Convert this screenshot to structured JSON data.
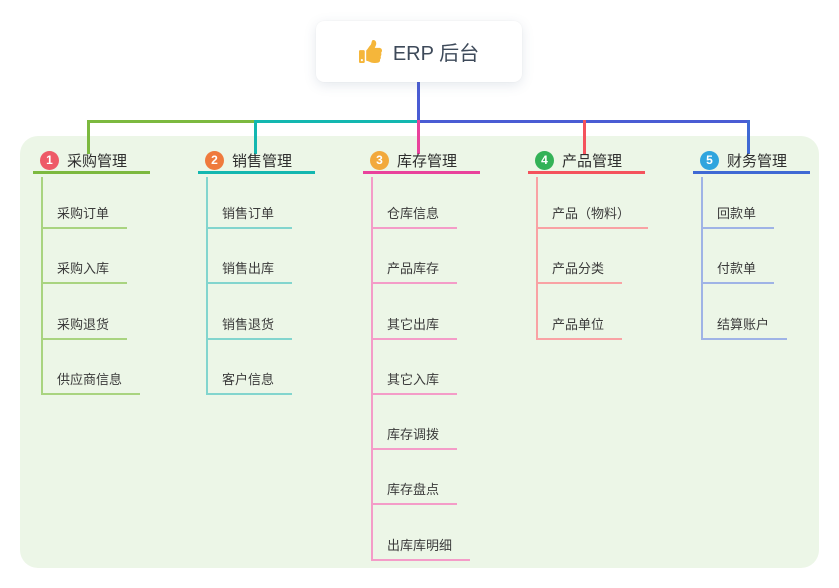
{
  "root": {
    "label": "ERP 后台",
    "icon": "thumbs-up-icon"
  },
  "panel_bg": "#ecf6e7",
  "connector": {
    "stem_color": "#4a5cd4",
    "segments": [
      {
        "name": "green",
        "color": "#7cb93f"
      },
      {
        "name": "teal",
        "color": "#13b7b0"
      },
      {
        "name": "blue",
        "color": "#4a5cd4"
      }
    ]
  },
  "branches": [
    {
      "num": "1",
      "label": "采购管理",
      "badge_color": "#ee5a67",
      "line_color": "#7cb93f",
      "child_line_color": "#a9d480",
      "children": [
        "采购订单",
        "采购入库",
        "采购退货",
        "供应商信息"
      ]
    },
    {
      "num": "2",
      "label": "销售管理",
      "badge_color": "#ef7a3d",
      "line_color": "#13b7b0",
      "child_line_color": "#82d5ce",
      "children": [
        "销售订单",
        "销售出库",
        "销售退货",
        "客户信息"
      ]
    },
    {
      "num": "3",
      "label": "库存管理",
      "badge_color": "#f2a93c",
      "line_color": "#e9429c",
      "child_line_color": "#f49cc8",
      "children": [
        "仓库信息",
        "产品库存",
        "其它出库",
        "其它入库",
        "库存调拨",
        "库存盘点",
        "出库库明细"
      ]
    },
    {
      "num": "4",
      "label": "产品管理",
      "badge_color": "#33b257",
      "line_color": "#f4525c",
      "child_line_color": "#f9a2a4",
      "children": [
        "产品（物料）",
        "产品分类",
        "产品单位"
      ]
    },
    {
      "num": "5",
      "label": "财务管理",
      "badge_color": "#2fa5de",
      "line_color": "#3f69d4",
      "child_line_color": "#9fb3e6",
      "children": [
        "回款单",
        "付款单",
        "结算账户"
      ]
    }
  ]
}
